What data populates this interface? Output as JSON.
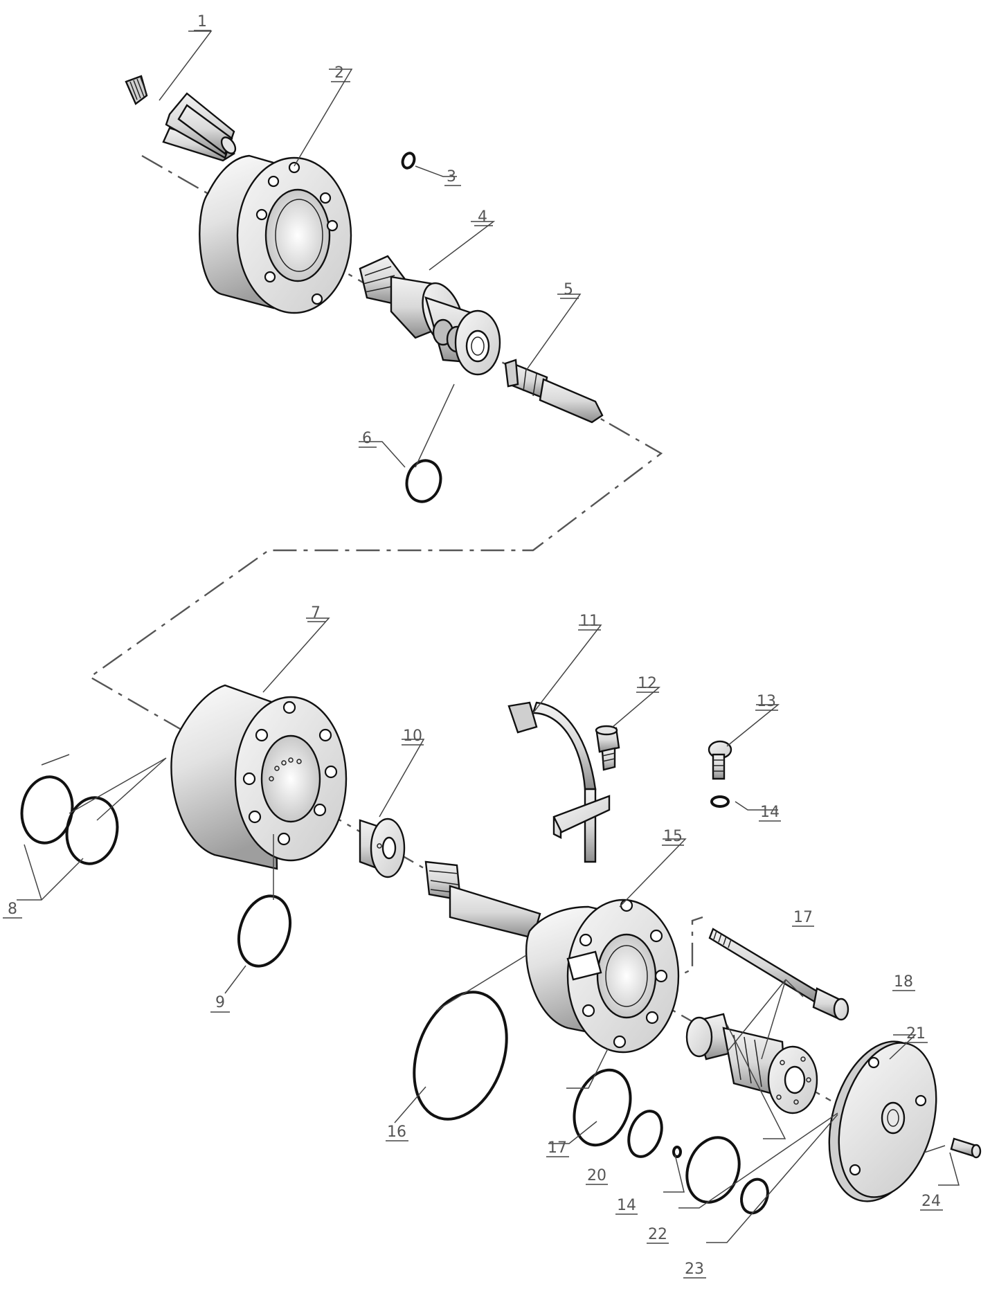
{
  "diagram": {
    "callouts": [
      {
        "id": "c1",
        "label": "1"
      },
      {
        "id": "c2",
        "label": "2"
      },
      {
        "id": "c3",
        "label": "3"
      },
      {
        "id": "c4",
        "label": "4"
      },
      {
        "id": "c5",
        "label": "5"
      },
      {
        "id": "c6",
        "label": "6"
      },
      {
        "id": "c7",
        "label": "7"
      },
      {
        "id": "c8",
        "label": "8"
      },
      {
        "id": "c9",
        "label": "9"
      },
      {
        "id": "c10",
        "label": "10"
      },
      {
        "id": "c11",
        "label": "11"
      },
      {
        "id": "c12",
        "label": "12"
      },
      {
        "id": "c13",
        "label": "13"
      },
      {
        "id": "c14a",
        "label": "14"
      },
      {
        "id": "c15",
        "label": "15"
      },
      {
        "id": "c16",
        "label": "16"
      },
      {
        "id": "c17a",
        "label": "17"
      },
      {
        "id": "c17b",
        "label": "17"
      },
      {
        "id": "c18",
        "label": "18"
      },
      {
        "id": "c20",
        "label": "20"
      },
      {
        "id": "c14b",
        "label": "14"
      },
      {
        "id": "c21",
        "label": "21"
      },
      {
        "id": "c22",
        "label": "22"
      },
      {
        "id": "c23",
        "label": "23"
      },
      {
        "id": "c24",
        "label": "24"
      }
    ],
    "colors": {
      "line": "#111111",
      "label": "#555555",
      "shade_light": "#f4f4f4",
      "shade_dark": "#a8a8a8"
    }
  }
}
